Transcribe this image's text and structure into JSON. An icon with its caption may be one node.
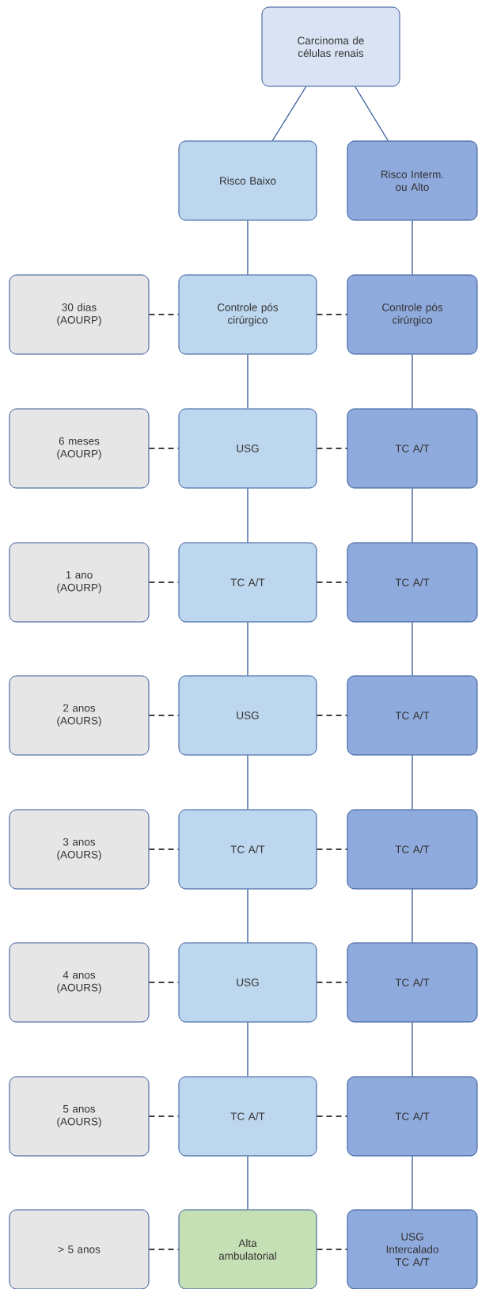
{
  "diagram": {
    "nodes": [
      {
        "text": [
          "Carcinoma de células renais"
        ]
      },
      {
        "text": [
          "Risco Baixo"
        ]
      },
      {
        "text": [
          "Risco Interm. ou Alto"
        ]
      },
      {
        "text": [
          "30 dias (AOURP)"
        ]
      },
      {
        "text": [
          "Controle pós cirúrgico"
        ]
      },
      {
        "text": [
          "Controle pós cirúrgico"
        ]
      },
      {
        "text": [
          "6 meses (AOURP)"
        ]
      },
      {
        "text": [
          "USG"
        ]
      },
      {
        "text": [
          "TC A/T"
        ]
      },
      {
        "text": [
          "1 ano (AOURP)"
        ]
      },
      {
        "text": [
          "TC A/T"
        ]
      },
      {
        "text": [
          "TC A/T"
        ]
      },
      {
        "text": [
          "2 anos (AOURS)"
        ]
      },
      {
        "text": [
          "USG"
        ]
      },
      {
        "text": [
          "TC A/T"
        ]
      },
      {
        "text": [
          "3 anos (AOURS)"
        ]
      },
      {
        "text": [
          "TC A/T"
        ]
      },
      {
        "text": [
          "TC A/T"
        ]
      },
      {
        "text": [
          "4 anos (AOURS)"
        ]
      },
      {
        "text": [
          "USG"
        ]
      },
      {
        "text": [
          "TC A/T"
        ]
      },
      {
        "text": [
          "5 anos (AOURS)"
        ]
      },
      {
        "text": [
          "TC A/T"
        ]
      },
      {
        "text": [
          "TC A/T"
        ]
      },
      {
        "text": [
          "> 5 anos"
        ]
      },
      {
        "text": [
          "Alta ambulatorial"
        ]
      },
      {
        "text": [
          "USG Intercalado TC A/T"
        ]
      }
    ],
    "edges": [
      {
        "from": 0,
        "to": 1,
        "arrow": "none"
      },
      {
        "from": 0,
        "to": 2,
        "arrow": "none"
      },
      {
        "from": 1,
        "to": 4,
        "arrow": "none"
      },
      {
        "from": 2,
        "to": 5,
        "arrow": "none"
      },
      {
        "from": 4,
        "to": 7,
        "arrow": "none"
      },
      {
        "from": 5,
        "to": 8,
        "arrow": "none"
      },
      {
        "from": 7,
        "to": 10,
        "arrow": "none"
      },
      {
        "from": 8,
        "to": 11,
        "arrow": "none"
      },
      {
        "from": 10,
        "to": 13,
        "arrow": "none"
      },
      {
        "from": 11,
        "to": 14,
        "arrow": "none"
      },
      {
        "from": 13,
        "to": 16,
        "arrow": "none"
      },
      {
        "from": 14,
        "to": 17,
        "arrow": "none"
      },
      {
        "from": 16,
        "to": 19,
        "arrow": "none"
      },
      {
        "from": 17,
        "to": 20,
        "arrow": "none"
      },
      {
        "from": 19,
        "to": 22,
        "arrow": "none"
      },
      {
        "from": 20,
        "to": 23,
        "arrow": "none"
      },
      {
        "from": 22,
        "to": 25,
        "arrow": "none"
      },
      {
        "from": 23,
        "to": 26,
        "arrow": "none"
      },
      {
        "from": 3,
        "to": 4,
        "arrow": "none",
        "style": "dashed",
        "color": "#000000"
      },
      {
        "from": 4,
        "to": 5,
        "arrow": "none",
        "style": "dashed",
        "color": "#000000"
      },
      {
        "from": 6,
        "to": 7,
        "arrow": "none",
        "style": "dashed",
        "color": "#000000"
      },
      {
        "from": 7,
        "to": 8,
        "arrow": "none",
        "style": "dashed",
        "color": "#000000"
      },
      {
        "from": 9,
        "to": 10,
        "arrow": "none",
        "style": "dashed",
        "color": "#000000"
      },
      {
        "from": 10,
        "to": 11,
        "arrow": "none",
        "style": "dashed",
        "color": "#000000"
      },
      {
        "from": 12,
        "to": 13,
        "arrow": "none",
        "style": "dashed",
        "color": "#000000"
      },
      {
        "from": 13,
        "to": 14,
        "arrow": "none",
        "style": "dashed",
        "color": "#000000"
      },
      {
        "from": 15,
        "to": 16,
        "arrow": "none",
        "style": "dashed",
        "color": "#000000"
      },
      {
        "from": 16,
        "to": 17,
        "arrow": "none",
        "style": "dashed",
        "color": "#000000"
      },
      {
        "from": 18,
        "to": 19,
        "arrow": "none",
        "style": "dashed",
        "color": "#000000"
      },
      {
        "from": 19,
        "to": 20,
        "arrow": "none",
        "style": "dashed",
        "color": "#000000"
      },
      {
        "from": 21,
        "to": 22,
        "arrow": "none",
        "style": "dashed",
        "color": "#000000"
      },
      {
        "from": 22,
        "to": 23,
        "arrow": "none",
        "style": "dashed",
        "color": "#000000"
      },
      {
        "from": 24,
        "to": 25,
        "arrow": "none",
        "style": "dashed",
        "color": "#000000"
      },
      {
        "from": 25,
        "to": 26,
        "arrow": "none",
        "style": "dashed",
        "color": "#000000"
      }
    ]
  }
}
